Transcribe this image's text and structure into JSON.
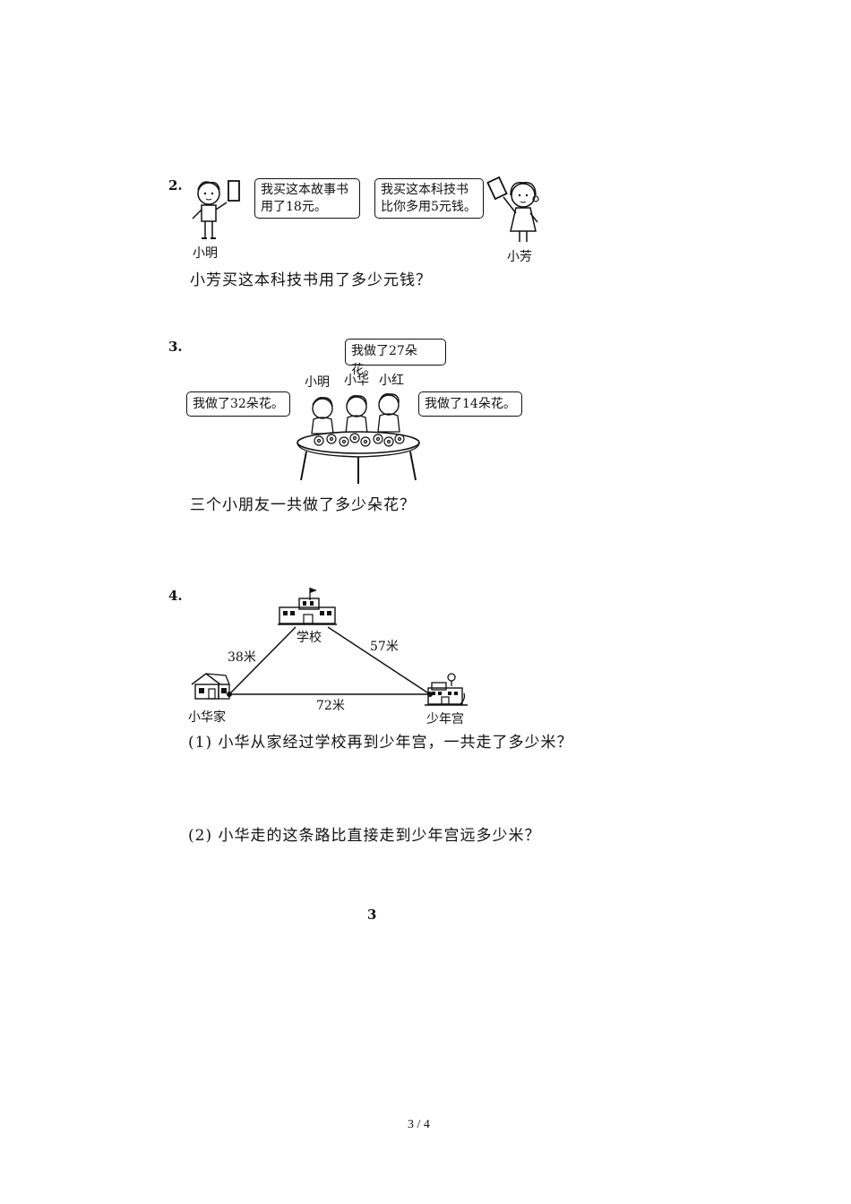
{
  "q2": {
    "number": "2.",
    "left_speech_line1": "我买这本故事书",
    "left_speech_line2": "用了18元。",
    "right_speech_line1": "我买这本科技书",
    "right_speech_line2": "比你多用5元钱。",
    "left_name": "小明",
    "right_name": "小芳",
    "question": "小芳买这本科技书用了多少元钱？"
  },
  "q3": {
    "number": "3.",
    "speech_top": "我做了27朵花。",
    "speech_left": "我做了32朵花。",
    "speech_right": "我做了14朵花。",
    "names": [
      "小明",
      "小华",
      "小红"
    ],
    "question": "三个小朋友一共做了多少朵花？"
  },
  "q4": {
    "number": "4.",
    "school": "学校",
    "home": "小华家",
    "palace": "少年宫",
    "dist_home_school": "38米",
    "dist_school_palace": "57米",
    "dist_home_palace": "72米",
    "sub1": "(1) 小华从家经过学校再到少年宫，一共走了多少米？",
    "sub2": "(2) 小华走的这条路比直接走到少年宫远多少米？"
  },
  "footer": {
    "page_number": "3",
    "pager": "3 / 4"
  }
}
